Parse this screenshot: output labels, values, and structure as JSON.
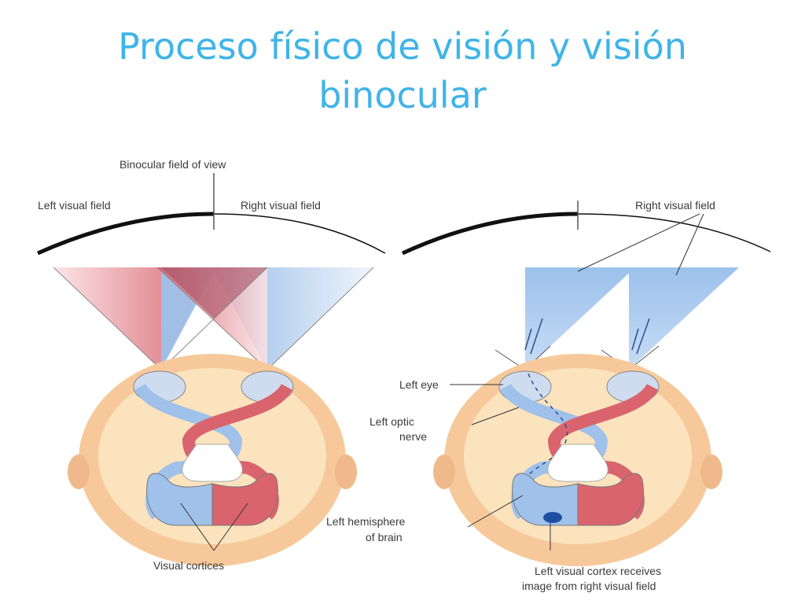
{
  "slide": {
    "title_line1": "Proceso físico de visión y visión",
    "title_line2": "binocular"
  },
  "left_diagram": {
    "binocular_label": "Binocular field of view",
    "left_field_label": "Left visual field",
    "right_field_label": "Right visual field",
    "cortices_label": "Visual cortices"
  },
  "right_diagram": {
    "right_field_label": "Right visual field",
    "left_eye_label": "Left eye",
    "optic_nerve_line1": "Left optic",
    "optic_nerve_line2": "nerve",
    "hemisphere_line1": "Left hemisphere",
    "hemisphere_line2": "of brain",
    "cortex_line1": "Left visual cortex receives",
    "cortex_line2": "image from right visual field"
  },
  "colors": {
    "title": "#3fb4e8",
    "red_field": "#d9646e",
    "blue_field": "#9fc3ea",
    "skin": "#f7c99a",
    "brain": "#fbe3bd"
  }
}
